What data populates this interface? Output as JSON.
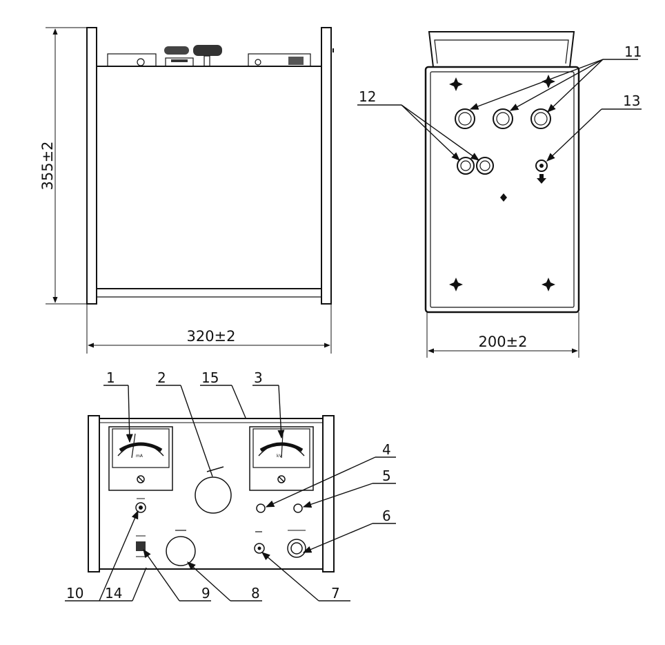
{
  "dimensions": {
    "height": "355±2",
    "width": "320±2",
    "depth": "200±2"
  },
  "callouts": {
    "c1": "1",
    "c2": "2",
    "c3": "3",
    "c4": "4",
    "c5": "5",
    "c6": "6",
    "c7": "7",
    "c8": "8",
    "c9": "9",
    "c10": "10",
    "c11": "11",
    "c12": "12",
    "c13": "13",
    "c14": "14",
    "c15": "15"
  },
  "meters": {
    "left_unit": "mA",
    "right_unit": "kV"
  },
  "colors": {
    "line": "#111111",
    "background": "#ffffff"
  }
}
